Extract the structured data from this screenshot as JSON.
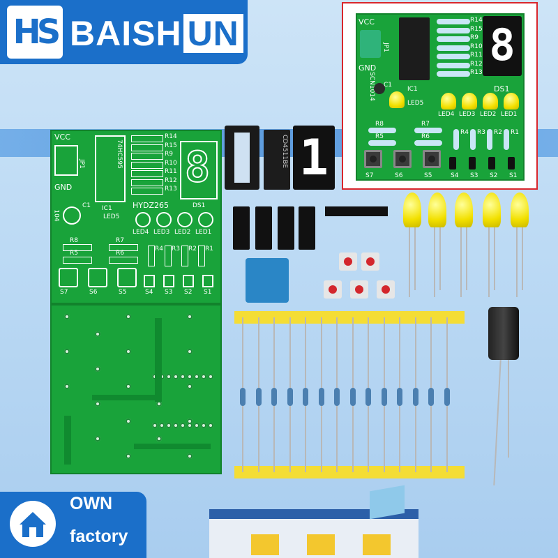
{
  "brand": {
    "name_part1": "BAISH",
    "name_part2": "UN",
    "logo_glyph": "HS",
    "accent": "#1b6fc9"
  },
  "callout_color": "#d9262c",
  "assembled_board": {
    "labels": {
      "vcc": "VCC",
      "gnd": "GND",
      "jp1": "JP1",
      "ic1": "IC1",
      "led5": "LED5",
      "ds1": "DS1",
      "c1": "C1",
      "side": "SCN1014"
    },
    "resistor_labels": [
      "R14",
      "R15",
      "R9",
      "R10",
      "R11",
      "R12",
      "R13"
    ],
    "resistor_labels_lower": [
      "R8",
      "R7",
      "R5",
      "R6",
      "R4",
      "R3",
      "R2",
      "R1"
    ],
    "led_labels": [
      "LED4",
      "LED3",
      "LED2",
      "LED1"
    ],
    "switch_labels": [
      "S7",
      "S6",
      "S5",
      "S4",
      "S3",
      "S2",
      "S1"
    ],
    "display_digit": "8"
  },
  "bare_board": {
    "labels": {
      "vcc": "VCC",
      "gnd": "GND",
      "jp1": "JP1",
      "ic1": "IC1",
      "led5": "LED5",
      "ds1": "DS1",
      "c1": "C1",
      "model": "HYDZ265",
      "side": "104"
    },
    "resistor_labels": [
      "R14",
      "R15",
      "R9",
      "R10",
      "R11",
      "R12",
      "R13"
    ],
    "resistor_labels_lower": [
      "R8",
      "R7",
      "R5",
      "R6",
      "R4",
      "R3",
      "R2",
      "R1"
    ],
    "led_labels": [
      "LED4",
      "LED3",
      "LED2",
      "LED1"
    ],
    "switch_labels": [
      "S7",
      "S6",
      "S5",
      "S4",
      "S3",
      "S2",
      "S1"
    ],
    "display_digit": "8",
    "chip_text": "74HC595"
  },
  "parts": {
    "chip_marking": "CD4511BE",
    "display_digit": "1"
  },
  "footer": {
    "line1": "OWN",
    "line2": "factory"
  }
}
